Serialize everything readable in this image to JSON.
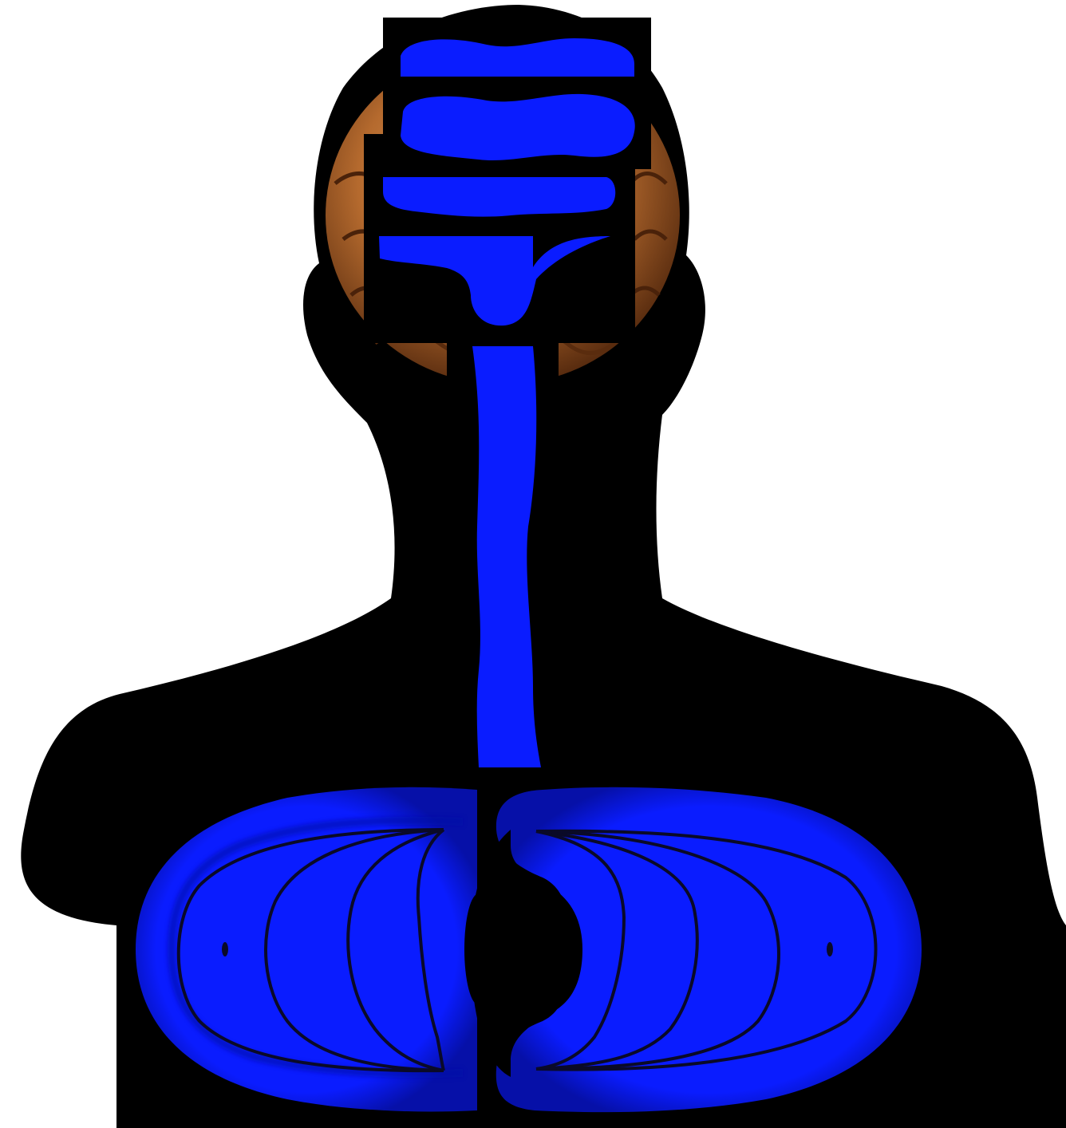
{
  "colors": {
    "background": "#ffffff",
    "silhouette": "#000000",
    "channel": "#0a1cff",
    "channel_dark": "#0610a8",
    "brain_light": "#e0a56a",
    "brain_mid": "#b56a2e",
    "brain_dark": "#4a220a",
    "contour_line": "#0a0a28"
  },
  "figure": {
    "silhouette": "human-bust-silhouette",
    "brain": "brain-illustration",
    "head_bands": [
      "brain-band-1",
      "brain-band-2",
      "brain-band-3",
      "brain-band-4"
    ],
    "spinal_channel": "spinal-channel",
    "chest_lobes": [
      "chest-lobe-left",
      "chest-lobe-right"
    ],
    "contour_lines_per_lobe": 4
  }
}
